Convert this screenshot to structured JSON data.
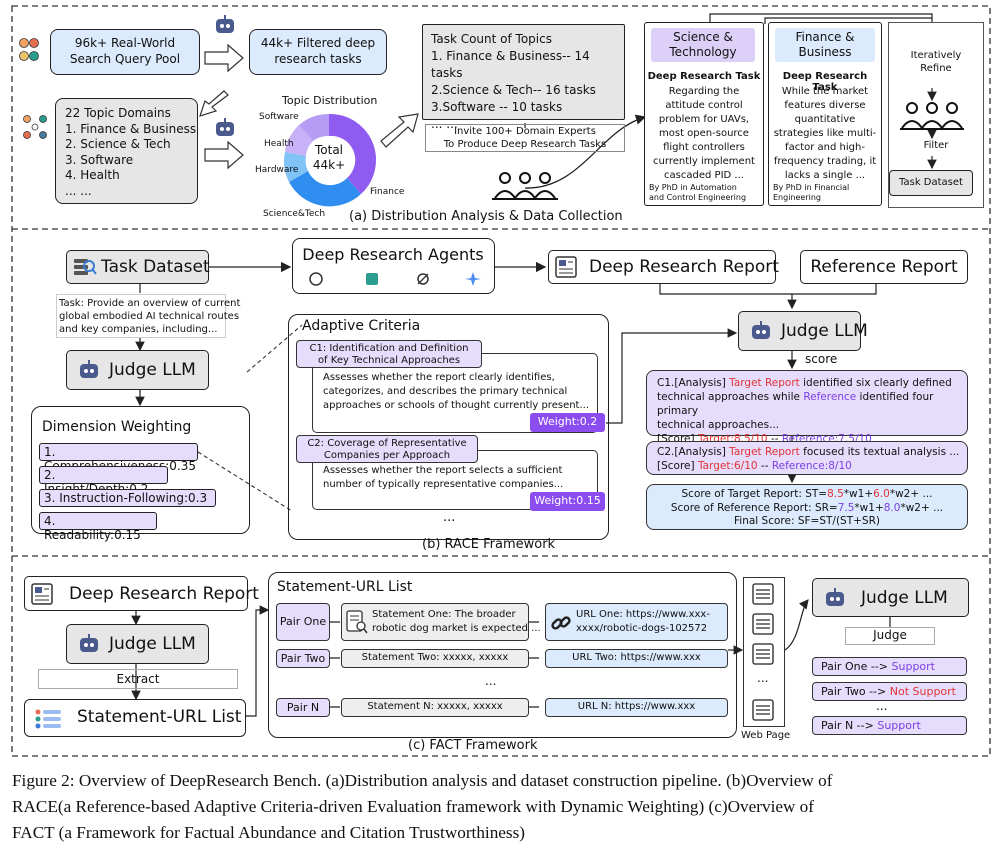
{
  "section_a": {
    "caption": "(a) Distribution Analysis & Data Collection",
    "query_pool": "96k+ Real-World\nSearch Query Pool",
    "filtered": "44k+ Filtered deep\nresearch tasks",
    "topic_domains": [
      "22 Topic Domains",
      "1. Finance & Business",
      "2. Science & Tech",
      "3. Software",
      "4. Health",
      "... ..."
    ],
    "topic_distribution": {
      "title": "Topic Distribution",
      "center_label": "Total\n44k+",
      "labels": [
        "Software",
        "Health",
        "Hardware",
        "Science&Tech",
        "Finance"
      ],
      "colors": [
        "#8f5bf0",
        "#c8b2f7",
        "#7fc3f7",
        "#2f8ef0",
        "#1f6ed4"
      ]
    },
    "task_count": [
      "Task Count of Topics",
      "1. Finance & Business-- 14 tasks",
      "2.Science & Tech-- 16 tasks",
      "3.Software -- 10 tasks",
      "... ..."
    ],
    "invite": "Invite 100+ Domain Experts\nTo Produce Deep Research Tasks",
    "sci_card": {
      "header": "Science &\nTechnology",
      "title": "Deep Research Task",
      "body": "Regarding the\nattitude control\nproblem for UAVs,\nmost open-source\nflight controllers\ncurrently implement\ncascaded PID ...",
      "by": "By PhD in Automation\nand Control Engineering"
    },
    "fin_card": {
      "header": "Finance &\nBusiness",
      "title": "Deep Research Task",
      "body": "While the market\nfeatures diverse\nquantitative\nstrategies like multi-\nfactor and high-\nfrequency trading, it\nlacks a single ...",
      "by": "By PhD in Financial\nEngineering"
    },
    "iter_refine": "Iteratively\nRefine",
    "filter": "Filter",
    "task_dataset": "Task Dataset"
  },
  "section_b": {
    "caption": "(b) RACE Framework",
    "task_dataset": "Task Dataset",
    "task_text": "Task: Provide an overview of current\nglobal embodied AI technical routes\nand key companies, including...",
    "judge": "Judge LLM",
    "dimension_title": "Dimension Weighting",
    "dimensions": [
      "1. Comprehensiveness:0.35",
      "2. Insight/Depth:0.2",
      "3. Instruction-Following:0.3",
      "4. Readability:0.15"
    ],
    "agents": "Deep Research Agents",
    "adaptive_title": "Adaptive Criteria",
    "c1_title": "C1: Identification and Definition\nof Key Technical Approaches",
    "c1_body": "Assesses whether the report clearly identifies,\ncategorizes, and describes the primary technical\napproaches or schools of thought currently present...",
    "c1_weight": "Weight:0.2",
    "c2_title": "C2: Coverage of Representative\nCompanies per Approach",
    "c2_body": "Assesses whether the report selects a sufficient\nnumber of typically representative companies...",
    "c2_weight": "Weight:0.15",
    "ellipsis": "...",
    "deep_report": "Deep Research Report",
    "ref_report": "Reference Report",
    "judge2": "Judge LLM",
    "score": "score",
    "analysis1": {
      "l1a": "C1.[Analysis] ",
      "l1b": "Target Report",
      "l1c": " identified six clearly defined",
      "l2a": "technical approaches while ",
      "l2b": "Reference",
      "l2c": " identified four primary",
      "l3": "technical approaches...",
      "l4a": "[Score] ",
      "l4b": "Target:8.5/10",
      "l4c": " -- ",
      "l4d": "Reference:7.5/10"
    },
    "analysis2": {
      "l1a": "C2.[Analysis] ",
      "l1b": "Target Report",
      "l1c": " focused its textual analysis ...",
      "l2a": "[Score] ",
      "l2b": "Target:6/10",
      "l2c": " -- ",
      "l2d": "Reference:8/10"
    },
    "final": {
      "l1a": "Score of Target Report: ST=",
      "l1b": "8.5",
      "l1c": "*w1+",
      "l1d": "6.0",
      "l1e": "*w2+ ...",
      "l2a": "Score of Reference Report: SR=",
      "l2b": "7.5",
      "l2c": "*w1+",
      "l2d": "8.0",
      "l2e": "*w2+ ...",
      "l3": "Final Score: SF=ST/(ST+SR)"
    }
  },
  "section_c": {
    "caption": "(c) FACT Framework",
    "deep_report": "Deep Research Report",
    "judge": "Judge LLM",
    "extract": "Extract",
    "su_list": "Statement-URL List",
    "list_title": "Statement-URL List",
    "pairs": [
      {
        "label": "Pair One",
        "statement_a": "Statement One:",
        "statement_b": " The broader\nrobotic dog market is expected ...",
        "url": "URL One: https://www.xxx-\nxxxx/robotic-dogs-102572"
      },
      {
        "label": "Pair Two",
        "statement": "Statement Two: xxxxx, xxxxx",
        "url": "URL Two: https://www.xxx"
      },
      {
        "label": "Pair N",
        "statement": "Statement N: xxxxx, xxxxx",
        "url": "URL N: https://www.xxx"
      }
    ],
    "middle_dots": "...",
    "web_page": "Web Page",
    "webdots": "...",
    "judge2": "Judge LLM",
    "judge_label": "Judge",
    "results": [
      {
        "pair": "Pair One --> ",
        "verdict": "Support",
        "color": "#7b3fe4"
      },
      {
        "pair": "Pair Two --> ",
        "verdict": "Not Support",
        "color": "#e03434"
      },
      {
        "pair": "Pair N --> ",
        "verdict": "Support",
        "color": "#7b3fe4"
      }
    ],
    "results_dots": "..."
  },
  "figure_caption": {
    "l1": "Figure 2: Overview of DeepResearch Bench. (a)Distribution analysis and dataset construction pipeline. (b)Overview of",
    "l2": "RACE(a Reference-based Adaptive Criteria-driven Evaluation framework with Dynamic Weighting) (c)Overview of",
    "l3": "FACT (a Framework for Factual Abundance and Citation Trustworthiness)"
  }
}
